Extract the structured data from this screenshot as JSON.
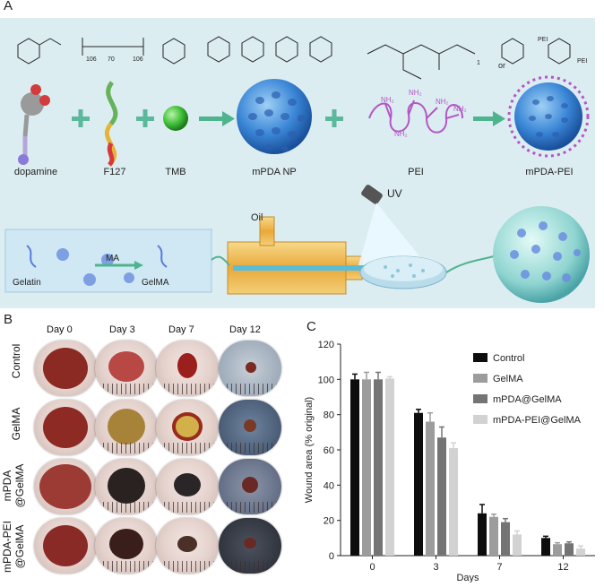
{
  "panel_a": {
    "letter": "A",
    "labels": {
      "dopamine": "dopamine",
      "f127": "F127",
      "tmb": "TMB",
      "mpda_np": "mPDA NP",
      "pei": "PEI",
      "mpda_pei": "mPDA-PEI",
      "oil": "Oil",
      "uv": "UV",
      "ma": "MA",
      "gelatin": "Gelatin",
      "gelma": "GelMA",
      "or": "or",
      "pei_suffix": "PEI",
      "nh2": "NH₂",
      "n_sub_106a": "106",
      "n_sub_70": "70",
      "n_sub_106b": "106",
      "n_sub_1": "1"
    },
    "colors": {
      "background": "#dcedf2",
      "plus": "#5bb89a",
      "arrow": "#4fb38e",
      "np_blue": "#3a86d6",
      "pei_purple": "#b456c4",
      "tmb_green": "#3fbf3a",
      "nozzle": "#e9b44d"
    }
  },
  "panel_b": {
    "letter": "B",
    "days": [
      "Day 0",
      "Day 3",
      "Day 7",
      "Day 12"
    ],
    "rows": [
      {
        "label_lines": [
          "Control"
        ]
      },
      {
        "label_lines": [
          "GelMA"
        ]
      },
      {
        "label_lines": [
          "mPDA",
          "@GelMA"
        ]
      },
      {
        "label_lines": [
          "mPDA-PEI",
          "@GelMA"
        ]
      }
    ]
  },
  "panel_c": {
    "letter": "C"
  },
  "chart_data": {
    "type": "bar",
    "title": "",
    "xlabel": "Days",
    "ylabel": "Wound area (% original)",
    "categories": [
      "0",
      "3",
      "7",
      "12"
    ],
    "ylim": [
      0,
      120
    ],
    "yticks": [
      0,
      20,
      40,
      60,
      80,
      100,
      120
    ],
    "legend_position": "top-right",
    "series": [
      {
        "name": "Control",
        "color": "#0d0d0d",
        "values": [
          100,
          81,
          24,
          10
        ],
        "errors": [
          3,
          2,
          5,
          1
        ]
      },
      {
        "name": "GelMA",
        "color": "#9c9c9c",
        "values": [
          100,
          76,
          22,
          6.5
        ],
        "errors": [
          4,
          5,
          1.5,
          0.8
        ]
      },
      {
        "name": "mPDA@GelMA",
        "color": "#747474",
        "values": [
          100,
          67,
          19,
          7
        ],
        "errors": [
          4,
          6,
          2,
          0.8
        ]
      },
      {
        "name": "mPDA-PEI@GelMA",
        "color": "#d2d2d2",
        "values": [
          100.5,
          61,
          12,
          4
        ],
        "errors": [
          1,
          3,
          2,
          1.5
        ]
      }
    ]
  }
}
